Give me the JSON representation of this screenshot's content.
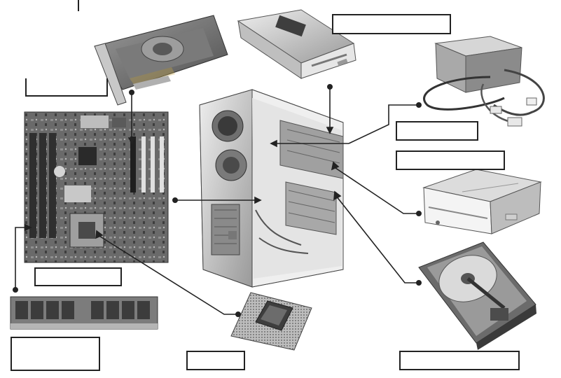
{
  "labels": {
    "video_card": "",
    "floppy_drive": "",
    "power_supply": "",
    "motherboard": "",
    "case_connection": "",
    "optical_connection": "",
    "ram_module": "",
    "cpu": "",
    "hard_drive": ""
  },
  "colors": {
    "ink": "#222222",
    "metal_light": "#d9d9d9",
    "metal_mid": "#a8a8a8",
    "metal_dark": "#5c5c5c",
    "board_dark": "#4a4a4a",
    "board_mid": "#6e6e6e"
  },
  "icons": [
    "video-card-image",
    "floppy-drive-image",
    "power-supply-image",
    "motherboard-image",
    "computer-case-image",
    "dvd-drive-image",
    "ram-module-image",
    "cpu-image",
    "hard-drive-image"
  ]
}
